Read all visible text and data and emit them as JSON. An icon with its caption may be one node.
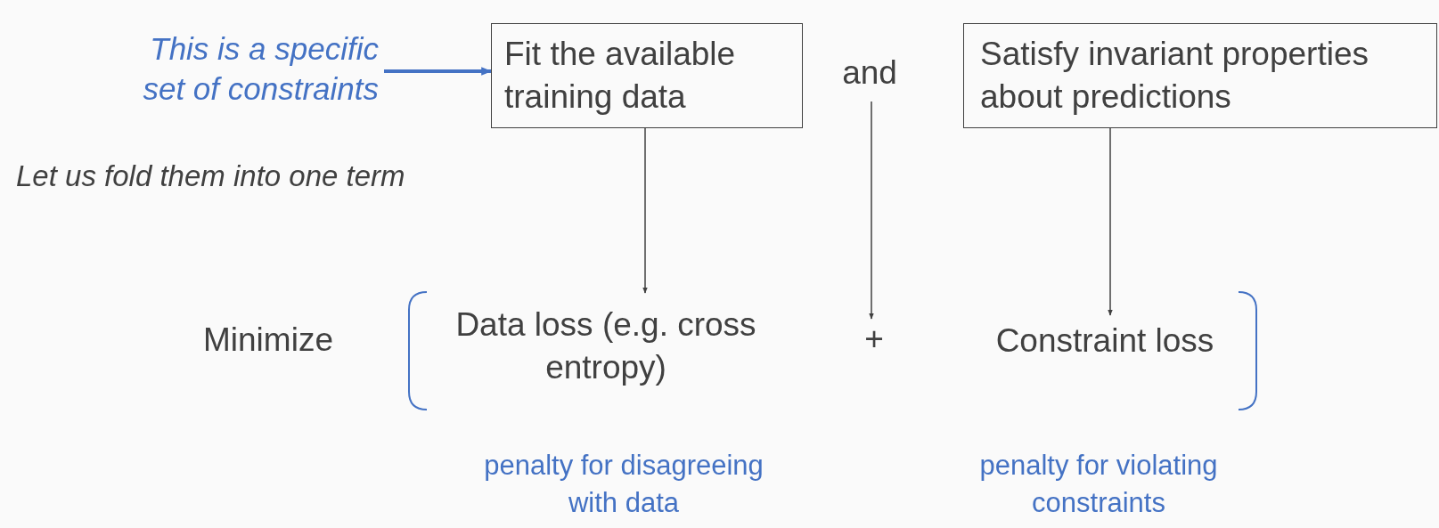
{
  "diagram": {
    "nodes": [
      {
        "text": [
          "This is a specific set of constraints"
        ]
      },
      {
        "text": [
          "Fit the available training data"
        ]
      },
      {
        "text": [
          "and"
        ]
      },
      {
        "text": [
          "Satisfy invariant properties about predictions"
        ]
      },
      {
        "text": [
          "Data loss (e.g. cross entropy)"
        ]
      },
      {
        "text": [
          "+"
        ]
      },
      {
        "text": [
          "Constraint loss"
        ]
      }
    ],
    "edges": [
      {
        "from": 0,
        "to": 1,
        "arrow": "to",
        "style": "thick",
        "color": "#4472c4"
      },
      {
        "from": 1,
        "to": 4,
        "arrow": "to"
      },
      {
        "from": 2,
        "to": 5,
        "arrow": "to"
      },
      {
        "from": 3,
        "to": 6,
        "arrow": "to"
      }
    ],
    "labels": [
      "Let us fold them into one term",
      "Minimize",
      "penalty for disagreeing with data",
      "penalty for violating constraints"
    ]
  }
}
